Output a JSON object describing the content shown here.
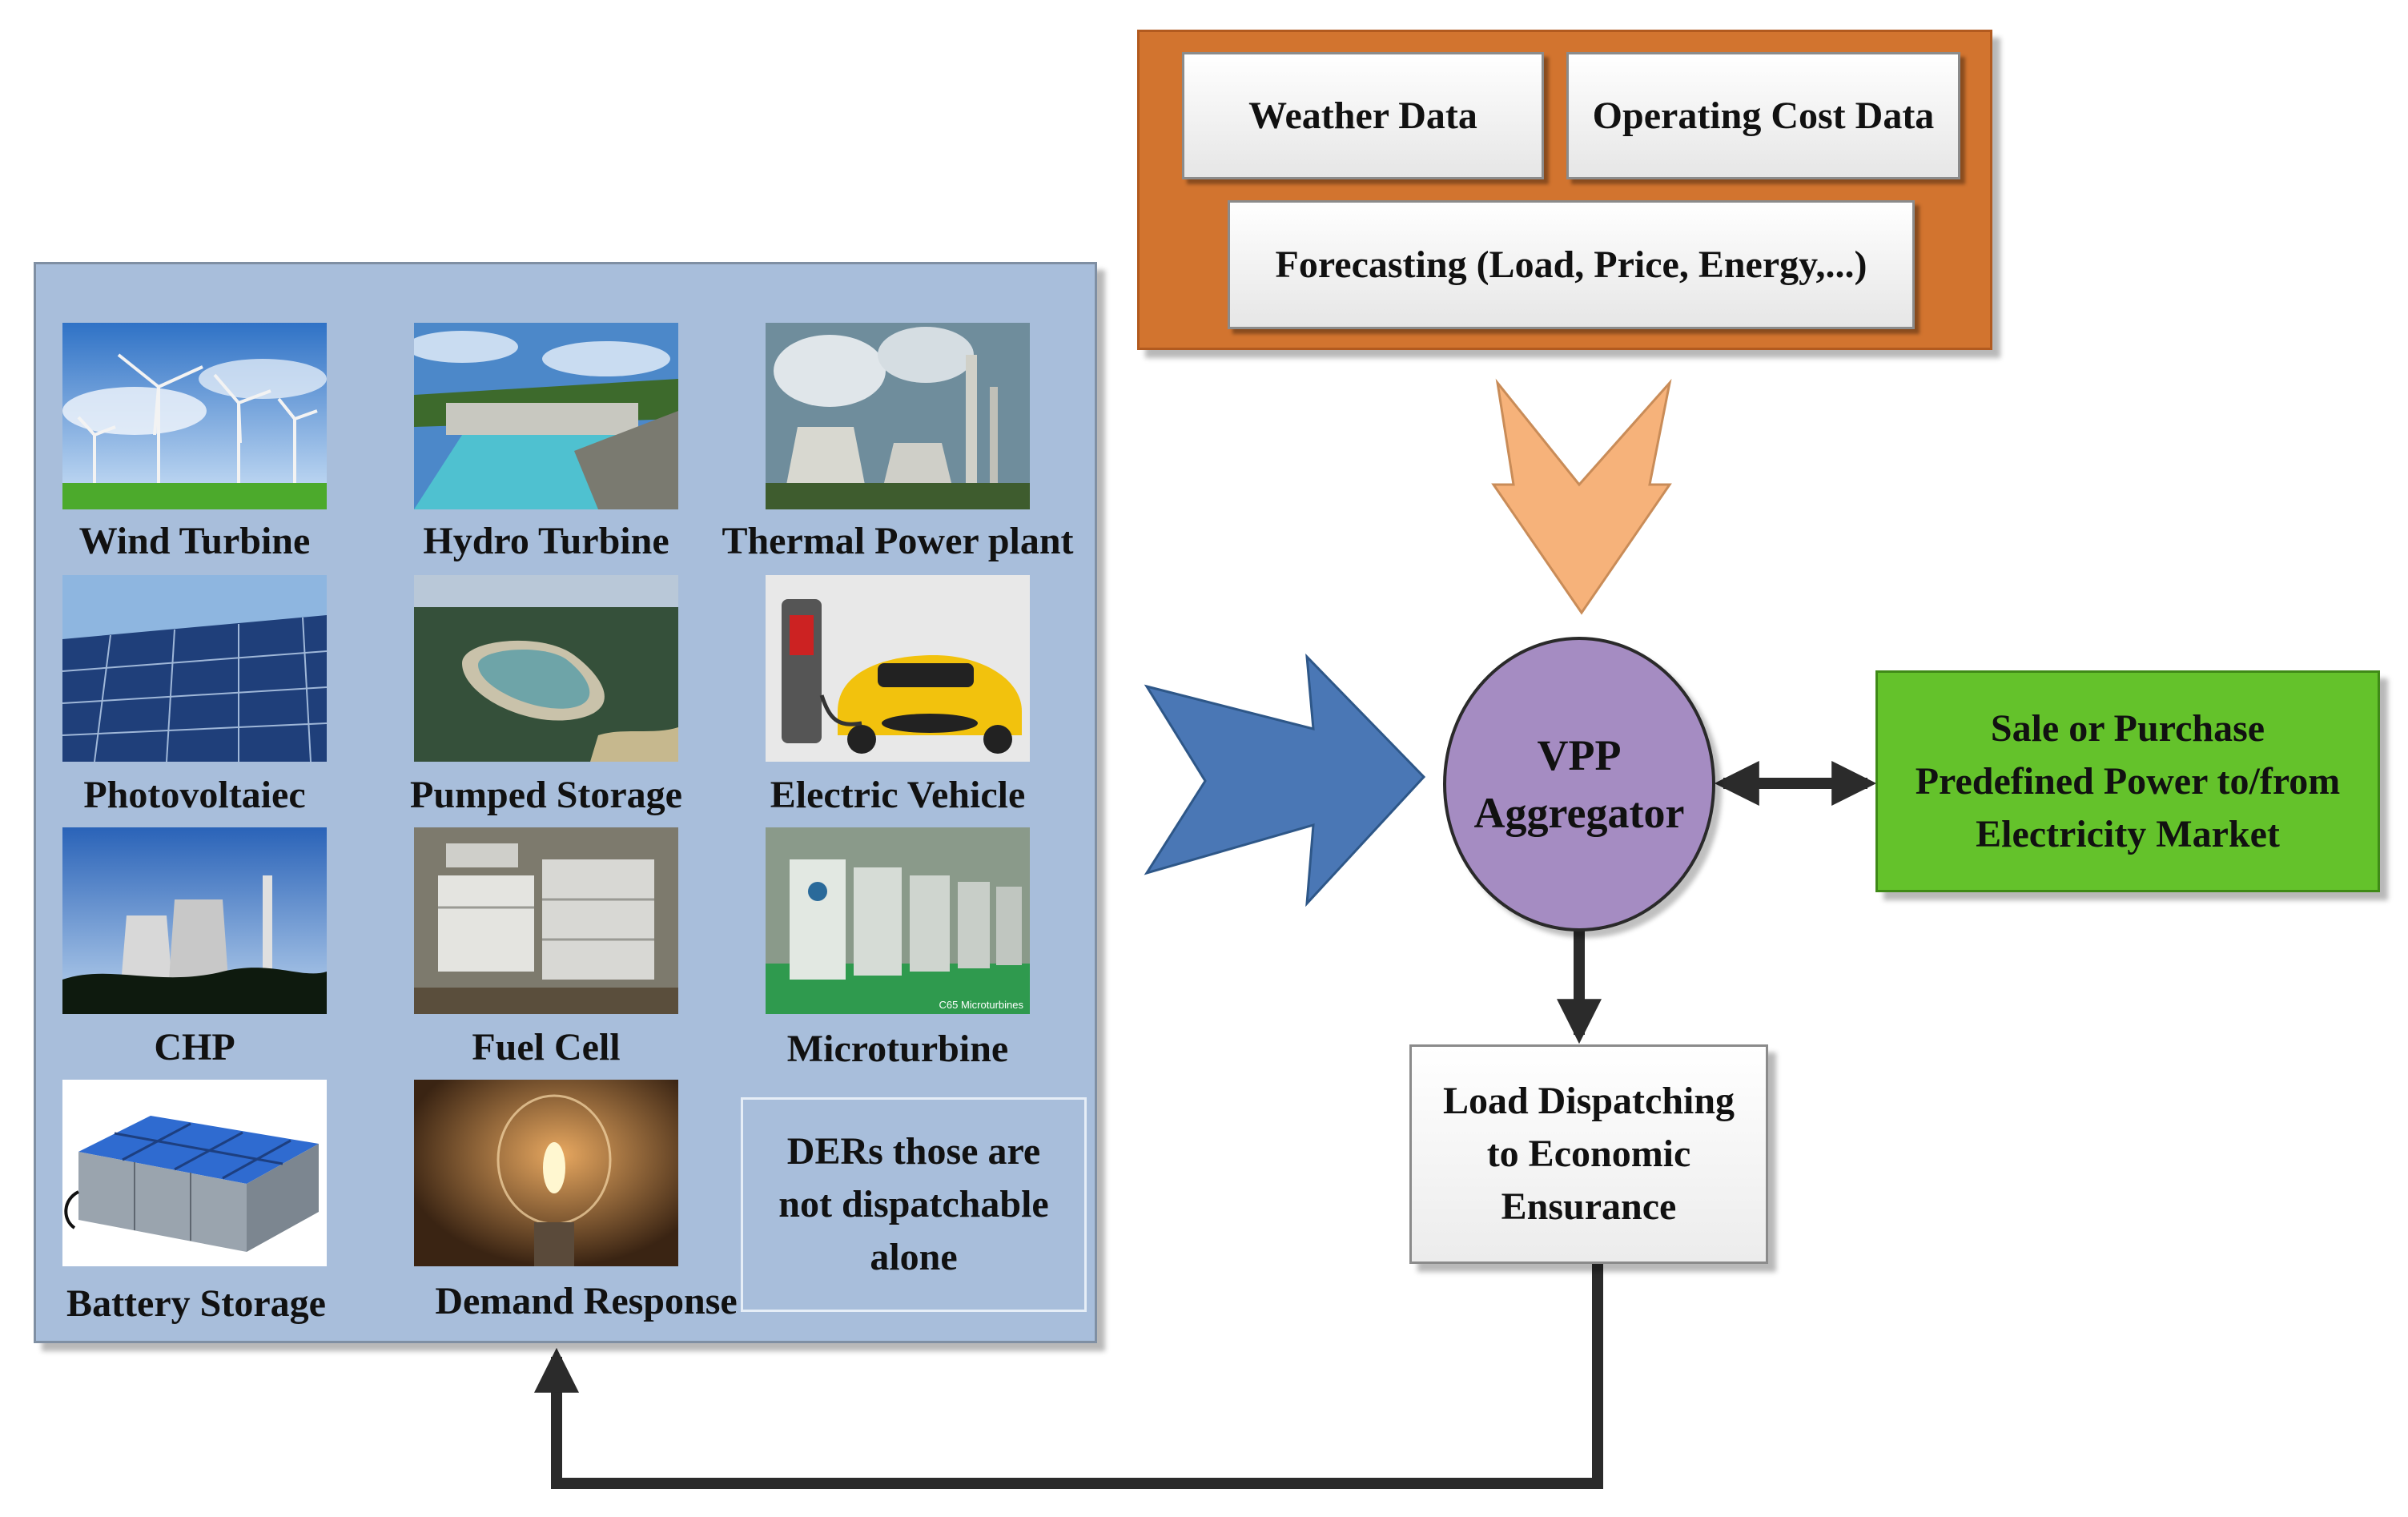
{
  "data_sources": {
    "weather": "Weather Data",
    "operating_cost": "Operating Cost Data",
    "forecasting": "Forecasting (Load, Price, Energy,...)"
  },
  "ders": [
    {
      "label": "Wind Turbine",
      "icon": "wind-turbine-photo"
    },
    {
      "label": "Hydro Turbine",
      "icon": "hydro-dam-photo"
    },
    {
      "label": "Thermal Power plant",
      "icon": "thermal-plant-photo"
    },
    {
      "label": "Photovoltaiec",
      "icon": "solar-panel-photo"
    },
    {
      "label": "Pumped Storage",
      "icon": "pumped-storage-photo"
    },
    {
      "label": "Electric Vehicle",
      "icon": "electric-vehicle-photo"
    },
    {
      "label": "CHP",
      "icon": "chp-plant-photo"
    },
    {
      "label": "Fuel Cell",
      "icon": "fuel-cell-photo"
    },
    {
      "label": "Microturbine",
      "icon": "microturbine-photo"
    },
    {
      "label": "Battery Storage",
      "icon": "battery-storage-photo"
    },
    {
      "label": "Demand Response",
      "icon": "light-bulb-photo"
    }
  ],
  "microturbine_caption": "C65 Microturbines",
  "note_lines": [
    "DERs those are",
    "not dispatchable",
    "alone"
  ],
  "vpp": {
    "line1": "VPP",
    "line2": "Aggregator"
  },
  "market": {
    "lines": [
      "Sale or Purchase",
      "Predefined Power to/from",
      "Electricity Market"
    ]
  },
  "dispatch": {
    "lines": [
      "Load Dispatching",
      "to Economic",
      "Ensurance"
    ]
  },
  "colors": {
    "der_panel": "#a8bedb",
    "data_panel": "#d2742f",
    "vpp": "#a58cc2",
    "market": "#64c22b",
    "down_arrow": "#f6b27a",
    "right_arrow": "#4a77b5",
    "connector": "#2b2b2b"
  }
}
